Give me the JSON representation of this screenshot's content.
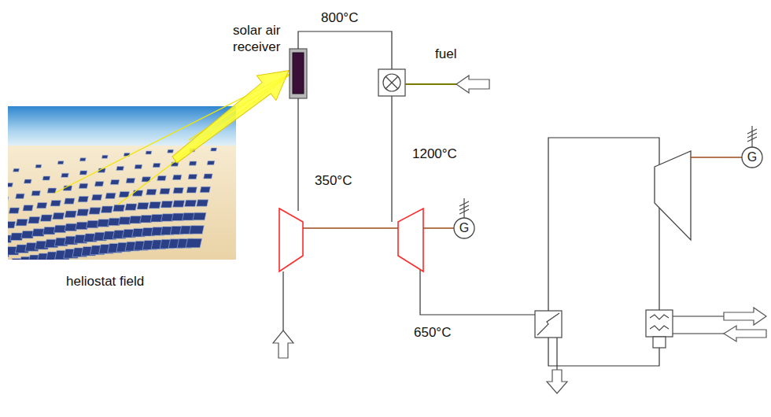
{
  "diagram": {
    "nodes": [
      {
        "text": [
          "G"
        ]
      },
      {
        "text": [
          "G"
        ]
      }
    ],
    "labels": [
      "800°C",
      "solar air receiver",
      "fuel",
      "1200°C",
      "350°C",
      "heliostat field",
      "650°C"
    ]
  }
}
